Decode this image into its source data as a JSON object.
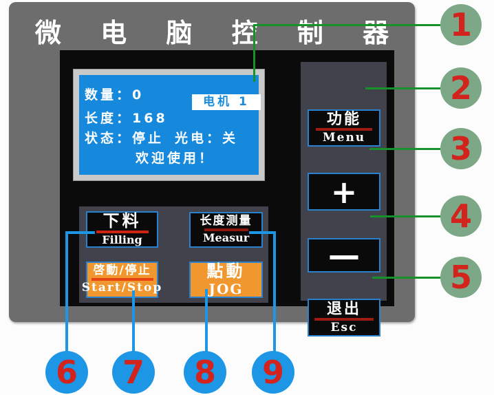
{
  "device": {
    "title": "微 电 脑 控 制 器"
  },
  "lcd": {
    "quantity_label": "数量：",
    "quantity_value": "0",
    "motor_badge": "电机 1",
    "length_label": "长度：",
    "length_value": "168",
    "status_label": "状态：",
    "status_value": "停止",
    "photo_label": "光电：",
    "photo_value": "关",
    "welcome": "欢迎使用！"
  },
  "keys": {
    "menu": {
      "cn": "功能",
      "en": "Menu"
    },
    "plus": {
      "glyph": "+"
    },
    "minus": {
      "glyph": "—"
    },
    "esc": {
      "cn": "退出",
      "en": "Esc"
    },
    "filling": {
      "cn": "下料",
      "en": "Filling"
    },
    "measure": {
      "cn": "长度测量",
      "en": "Measur"
    },
    "start_stop": {
      "cn": "啓動/停止",
      "en": "Start/Stop"
    },
    "jog": {
      "cn": "點動",
      "en": "JOG"
    }
  },
  "callouts": [
    "1",
    "2",
    "3",
    "4",
    "5",
    "6",
    "7",
    "8",
    "9"
  ],
  "colors": {
    "panel_gray": "#6d6d6d",
    "faceplate_black": "#0b0b0b",
    "key_panel_gray": "#41424b",
    "lcd_blue": "#1689dd",
    "lcd_frame_silver": "#c9c9c9",
    "key_border_blue": "#2a82cf",
    "key_orange": "#f0982f",
    "underline_red": "#cf2414",
    "callout_line_green": "#17922b",
    "callout_circle_green": "#7ca887",
    "callout_line_blue": "#1e96e6",
    "callout_number_red": "#d2231c"
  }
}
